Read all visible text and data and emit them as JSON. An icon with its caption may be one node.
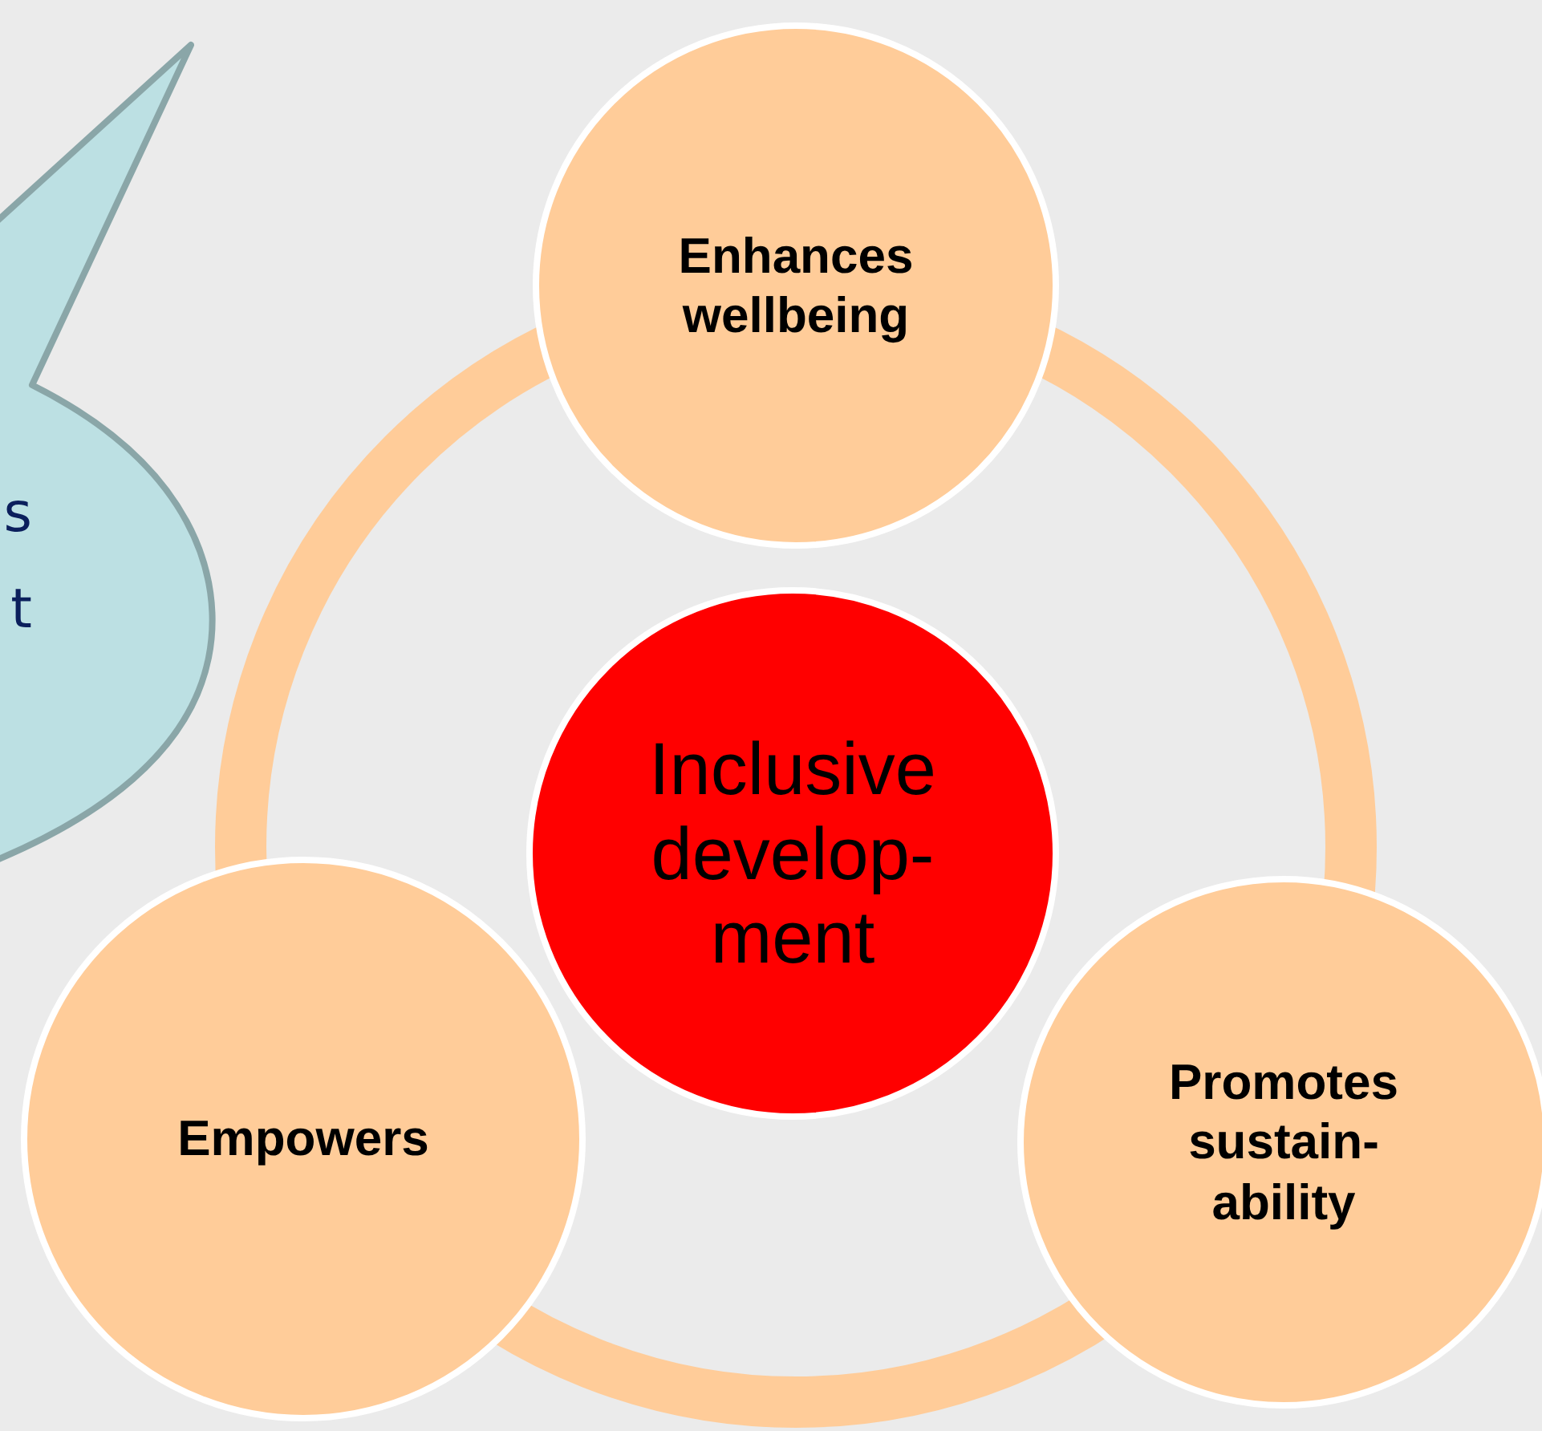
{
  "diagram": {
    "nodes": [
      {
        "text": [
          "s",
          "t"
        ]
      },
      {
        "text": [
          "Inclusive develop- ment"
        ]
      },
      {
        "text": [
          "Enhances wellbeing"
        ]
      },
      {
        "text": [
          "Empowers"
        ]
      },
      {
        "text": [
          "Promotes sustain- ability"
        ]
      }
    ]
  }
}
